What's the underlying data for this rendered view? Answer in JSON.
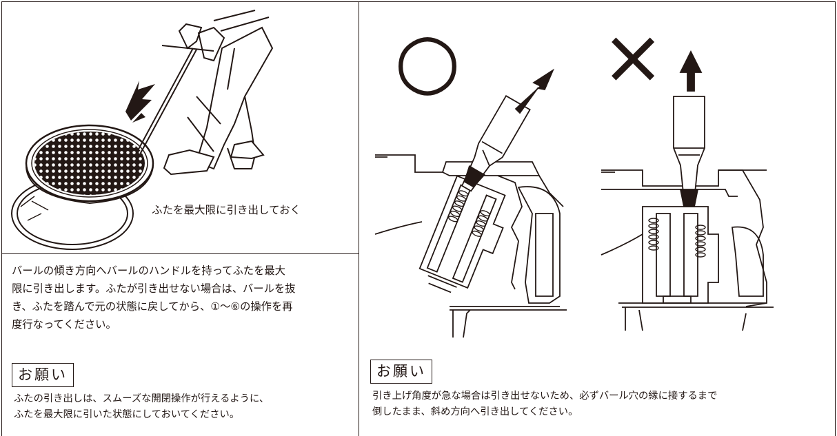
{
  "left_panel": {
    "caption": "ふたを最大限に引き出しておく",
    "instructions": [
      "バールの傾き方向へバールのハンドルを持ってふたを最大",
      "限に引き出します。ふたが引き出せない場合は、バールを抜",
      "き、ふたを踏んで元の状態に戻してから、①〜⑥の操作を再",
      "度行なってください。"
    ],
    "note_label": "お願い",
    "note_lines": [
      "ふたの引き出しは、スムーズな開閉操作が行えるように、",
      "ふたを最大限に引いた状態にしておいてください。"
    ]
  },
  "right_panel": {
    "correct_mark": "○",
    "wrong_mark": "×",
    "note_label": "お願い",
    "note_lines": [
      "引き上げ角度が急な場合は引き出せないため、必ずバール穴の縁に接するまで",
      "倒したまま、斜め方向へ引き出してください。"
    ]
  },
  "colors": {
    "ink": "#231815",
    "background": "#ffffff"
  }
}
